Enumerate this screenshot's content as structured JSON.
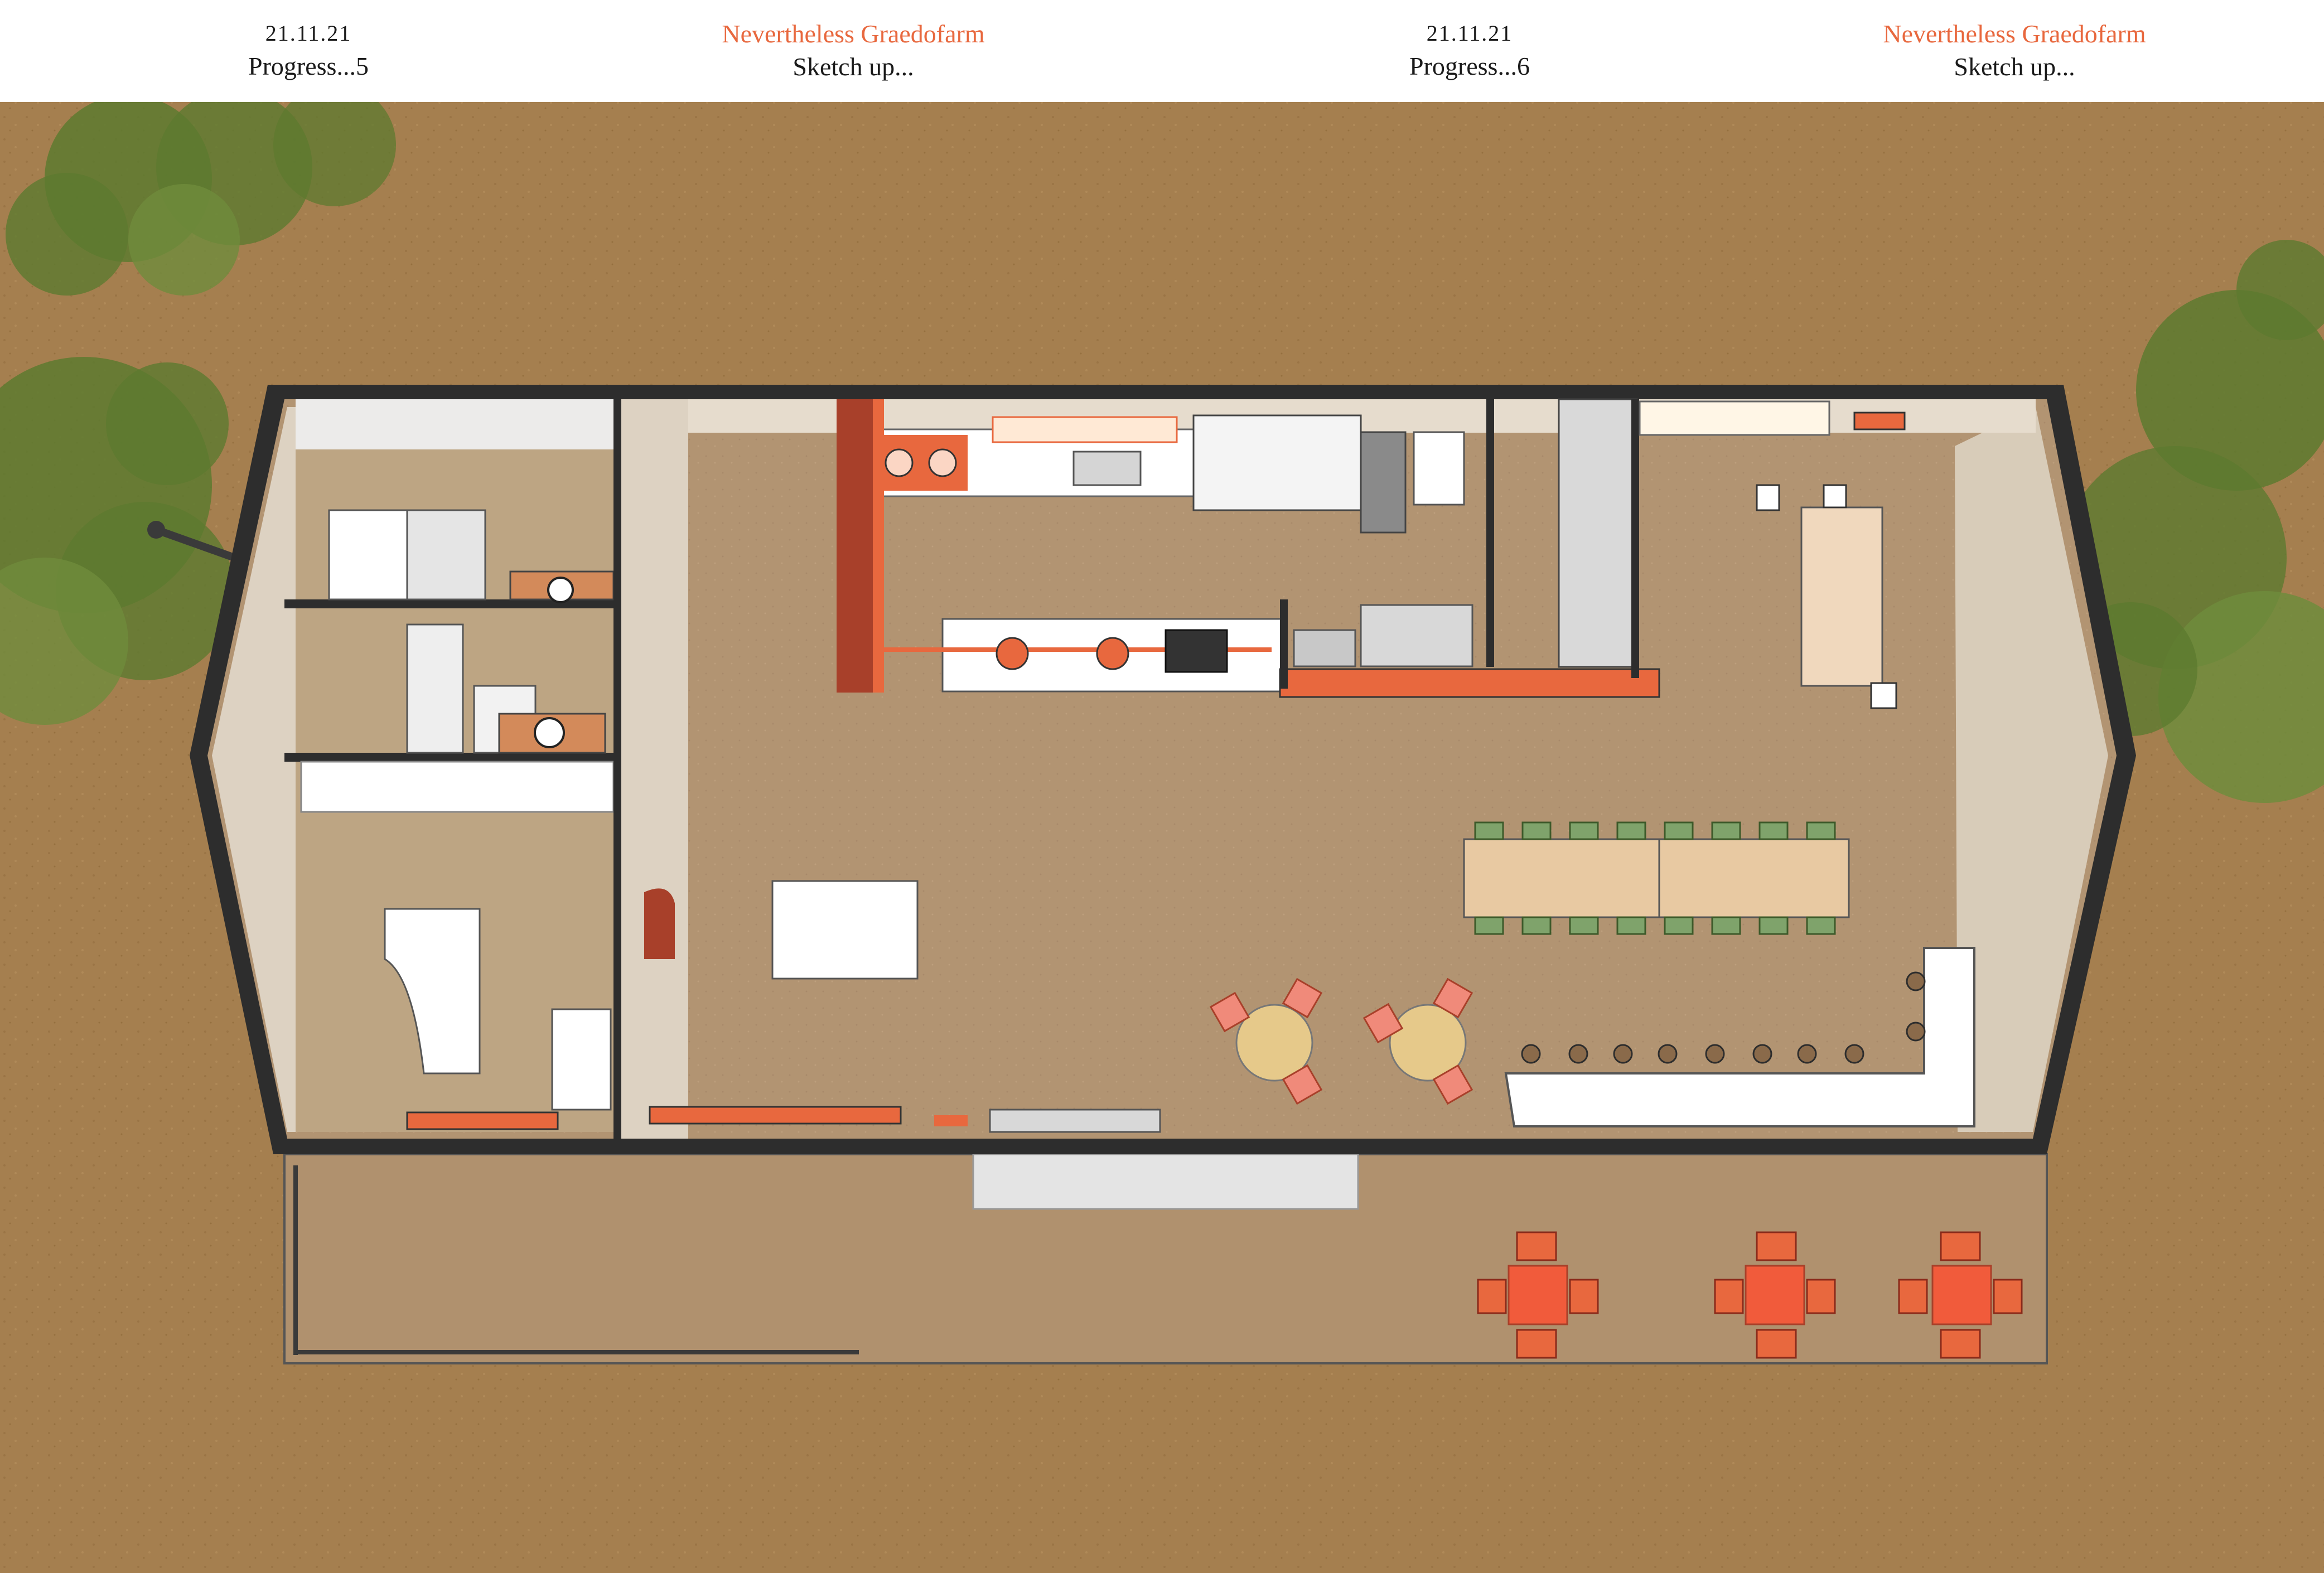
{
  "header": {
    "panels": [
      {
        "date": "21.11.21",
        "progress": "Progress...5"
      },
      {
        "brand": "Nevertheless Graedofarm",
        "subtitle": "Sketch up..."
      },
      {
        "date": "21.11.21",
        "progress": "Progress...6"
      },
      {
        "brand": "Nevertheless Graedofarm",
        "subtitle": "Sketch up..."
      }
    ]
  },
  "colors": {
    "ground": "#a57f4f",
    "floor": "#b29472",
    "wall": "#2d2d2d",
    "accent": "#e8683e",
    "brick": "#a8402a",
    "tree": "#5d7a2f",
    "white_fixture": "#fbfbfb",
    "table_wood": "#e8c9a2",
    "round_table": "#e6c98a",
    "chair_green": "#7fa36b"
  },
  "icons": [
    "tree-icon",
    "round-table-icon",
    "chair-icon",
    "bar-stool-icon",
    "dining-table-icon",
    "toilet-icon",
    "sink-icon",
    "stove-icon"
  ]
}
